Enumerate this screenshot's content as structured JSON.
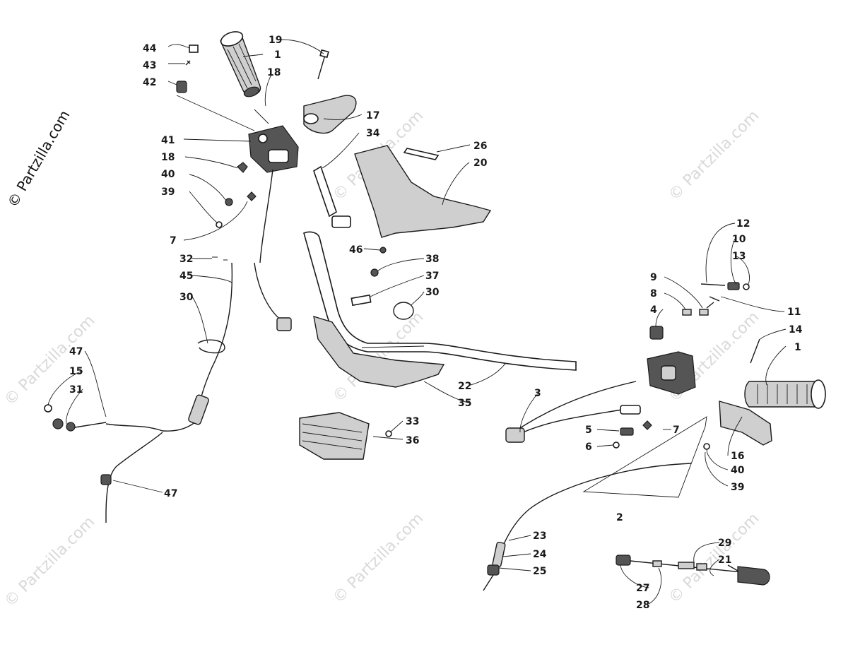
{
  "copyright": "© Partzilla.com",
  "watermark": "© Partzilla.com",
  "labels": {
    "l44": "44",
    "l43": "43",
    "l42": "42",
    "l19": "19",
    "l1a": "1",
    "l18a": "18",
    "l17": "17",
    "l34": "34",
    "l26": "26",
    "l20": "20",
    "l41": "41",
    "l18b": "18",
    "l40a": "40",
    "l39a": "39",
    "l7a": "7",
    "l46": "46",
    "l38": "38",
    "l37": "37",
    "l30a": "30",
    "l32": "32",
    "l45": "45",
    "l30b": "30",
    "l47a": "47",
    "l15": "15",
    "l31": "31",
    "l47b": "47",
    "l33": "33",
    "l36": "36",
    "l22": "22",
    "l35": "35",
    "l3": "3",
    "l12": "12",
    "l10": "10",
    "l13": "13",
    "l9": "9",
    "l8": "8",
    "l11": "11",
    "l4": "4",
    "l14": "14",
    "l1b": "1",
    "l5": "5",
    "l6": "6",
    "l7b": "7",
    "l16": "16",
    "l40b": "40",
    "l39b": "39",
    "l2": "2",
    "l23": "23",
    "l24": "24",
    "l25": "25",
    "l29": "29",
    "l21": "21",
    "l27": "27",
    "l28": "28"
  }
}
